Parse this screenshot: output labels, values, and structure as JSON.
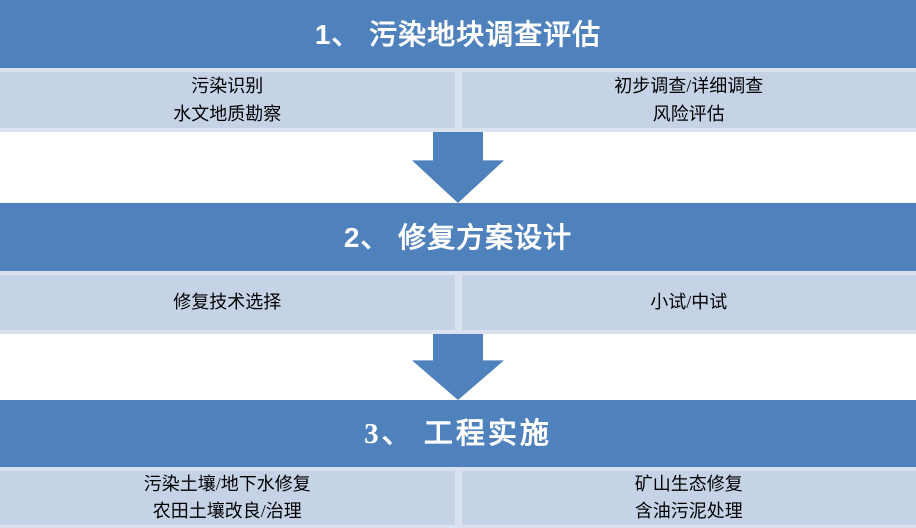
{
  "diagram": {
    "type": "process-flowchart",
    "colors": {
      "header_bg": "#4f81bd",
      "header_text": "#ffffff",
      "cell_bg": "#c6d3e7",
      "band_gap": "#dae1f0",
      "arrow": "#4f81bd",
      "cell_text": "#000000",
      "page_bg": "#ffffff"
    },
    "sections": [
      {
        "title": "1、 污染地块调查评估",
        "left_items": [
          "污染识别",
          "水文地质勘察"
        ],
        "right_items": [
          "初步调查/详细调查",
          "风险评估"
        ]
      },
      {
        "title": "2、 修复方案设计",
        "left_items": [
          "修复技术选择"
        ],
        "right_items": [
          "小试/中试"
        ]
      },
      {
        "title": "3、 工程实施",
        "left_items": [
          "污染土壤/地下水修复",
          "农田土壤改良/治理"
        ],
        "right_items": [
          "矿山生态修复",
          "含油污泥处理"
        ]
      }
    ]
  }
}
